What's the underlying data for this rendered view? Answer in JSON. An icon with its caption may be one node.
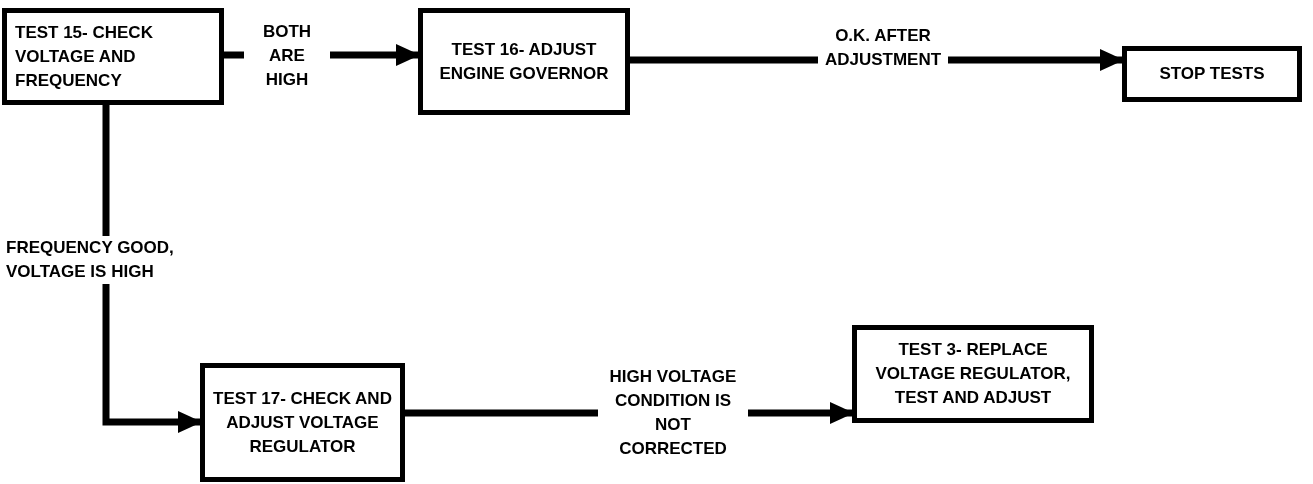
{
  "diagram": {
    "nodes": [
      {
        "text": [
          "TEST 15- CHECK VOLTAGE AND FREQUENCY"
        ]
      },
      {
        "text": [
          "TEST 16- ADJUST ENGINE GOVERNOR"
        ]
      },
      {
        "text": [
          "STOP TESTS"
        ]
      },
      {
        "text": [
          "TEST 17- CHECK AND ADJUST VOLTAGE REGULATOR"
        ]
      },
      {
        "text": [
          "TEST 3- REPLACE VOLTAGE REGULATOR, TEST AND ADJUST"
        ]
      }
    ],
    "edges": [
      {
        "from": 0,
        "to": 1,
        "arrow": "to",
        "label": "BOTH ARE HIGH"
      },
      {
        "from": 1,
        "to": 2,
        "arrow": "to",
        "label": "O.K. AFTER ADJUSTMENT"
      },
      {
        "from": 0,
        "to": 3,
        "arrow": "to",
        "label": "FREQUENCY GOOD, VOLTAGE IS HIGH"
      },
      {
        "from": 3,
        "to": 4,
        "arrow": "to",
        "label": "HIGH VOLTAGE CONDITION IS NOT CORRECTED"
      }
    ]
  }
}
